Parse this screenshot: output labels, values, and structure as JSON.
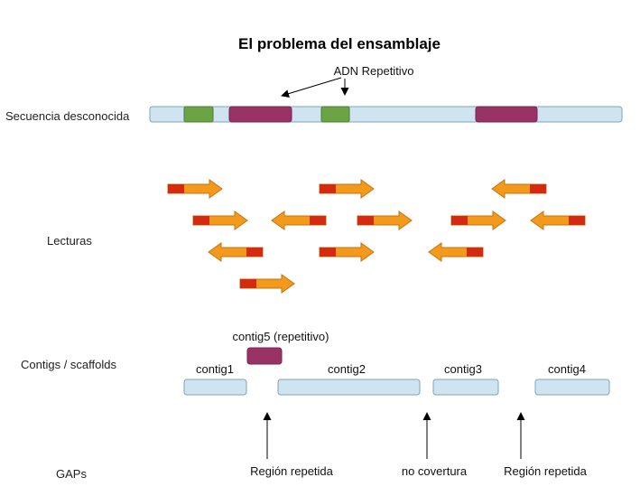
{
  "title": "El problema del ensamblaje",
  "annotation_repetitive": "ADN Repetitivo",
  "row_labels": {
    "sequence": "Secuencia desconocida",
    "reads": "Lecturas",
    "contigs": "Contigs / scaffolds",
    "gaps": "GAPs"
  },
  "contigs": [
    "contig1",
    "contig2",
    "contig3",
    "contig4"
  ],
  "repetitive_contig": "contig5 (repetitivo)",
  "gap_labels": [
    "Región repetida",
    "no covertura",
    "Región repetida"
  ],
  "colors": {
    "sequence_fill": "#cfe4f1",
    "sequence_stroke": "#7fa3bd",
    "green_block": "#6aa444",
    "repeat_block": "#993366",
    "read_orange": "#f39a1d",
    "read_red": "#d42a10"
  }
}
